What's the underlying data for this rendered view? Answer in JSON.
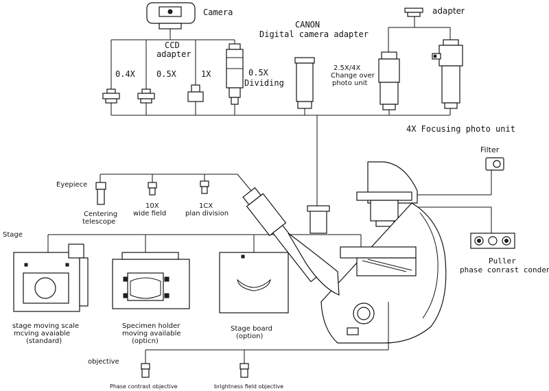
{
  "labels": {
    "camera": "Camera",
    "ccd_adapter_1": "CCD",
    "ccd_adapter_2": "adapter",
    "mag_04x": "0.4X",
    "mag_05x": "0.5X",
    "mag_1x": "1X",
    "dividing_1": "0.5X",
    "dividing_2": "Dividing",
    "canon_1": "CANON",
    "canon_2": "Digital camera adapter",
    "adapter": "adapter",
    "change_over_1": "2.5X/4X",
    "change_over_2": "Change over",
    "change_over_3": "photo unit",
    "focusing_unit": "4X Focusing photo unit",
    "filter": "Filter",
    "eyepiece": "Eyepiece",
    "centering_1": "Centering",
    "centering_2": "telescope",
    "wide_1": "10X",
    "wide_2": "wide field",
    "plan_1": "1CX",
    "plan_2": "plan division",
    "stage": "Stage",
    "puller_1": "Puller",
    "puller_2": "phase conrast condenser",
    "stage_scale_1": "stage moving scale",
    "stage_scale_2": "mcving avaiable",
    "stage_scale_3": "(standard)",
    "specimen_1": "Specimen holder",
    "specimen_2": "moving available",
    "specimen_3": "(opticn)",
    "board_1": "Stage board",
    "board_2": "(option)",
    "objective": "objective",
    "phase_obj": "Phase contrast objective",
    "bright_obj": "brightness field objective"
  }
}
